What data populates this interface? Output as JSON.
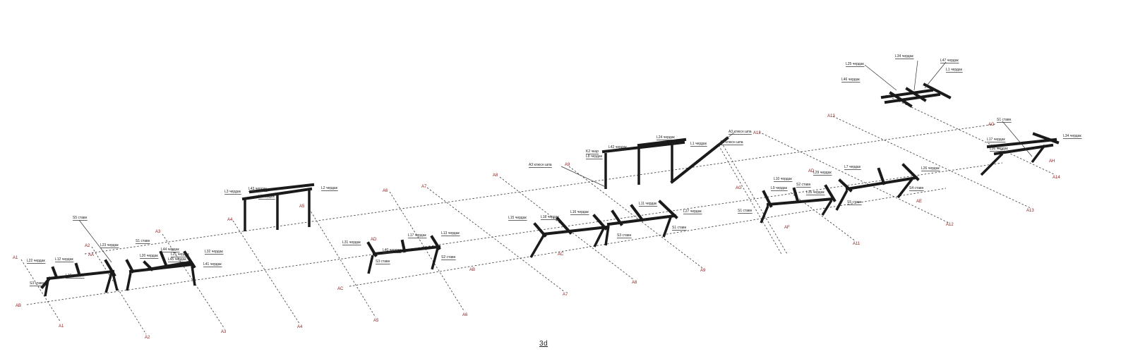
{
  "drawing": {
    "view_title": "3d",
    "axes": [
      {
        "id": "a1_top",
        "text": "A1"
      },
      {
        "id": "a1_bot",
        "text": "A1"
      },
      {
        "id": "a2_top",
        "text": "A2"
      },
      {
        "id": "a2_bot",
        "text": "A2"
      },
      {
        "id": "a3_top",
        "text": "A3"
      },
      {
        "id": "a3_bot",
        "text": "A3"
      },
      {
        "id": "a4_top",
        "text": "A4"
      },
      {
        "id": "a4_bot",
        "text": "A4"
      },
      {
        "id": "a5_top",
        "text": "A5"
      },
      {
        "id": "a5_bot",
        "text": "A5"
      },
      {
        "id": "a6_top",
        "text": "A6"
      },
      {
        "id": "a6_bot",
        "text": "A6"
      },
      {
        "id": "a7_top",
        "text": "A7"
      },
      {
        "id": "a7_bot",
        "text": "A7"
      },
      {
        "id": "a8_top",
        "text": "A8"
      },
      {
        "id": "a8_bot",
        "text": "A8"
      },
      {
        "id": "a9_top",
        "text": "A9"
      },
      {
        "id": "a9_bot",
        "text": "A9"
      },
      {
        "id": "a11",
        "text": "A11"
      },
      {
        "id": "a12_top",
        "text": "A12"
      },
      {
        "id": "a12_bot",
        "text": "A12"
      },
      {
        "id": "a13_top",
        "text": "A13"
      },
      {
        "id": "a13_bot",
        "text": "A13"
      },
      {
        "id": "a14",
        "text": "A14"
      },
      {
        "id": "aa",
        "text": "AA"
      },
      {
        "id": "ab_l",
        "text": "AB"
      },
      {
        "id": "ab_m",
        "text": "AB"
      },
      {
        "id": "ac_l",
        "text": "AC"
      },
      {
        "id": "ac_m",
        "text": "AC"
      },
      {
        "id": "ad",
        "text": "AD"
      },
      {
        "id": "ae",
        "text": "AE"
      },
      {
        "id": "af",
        "text": "AF"
      },
      {
        "id": "ag_l",
        "text": "AG"
      },
      {
        "id": "ag_r",
        "text": "AG"
      },
      {
        "id": "ah",
        "text": "AH"
      },
      {
        "id": "ad_r",
        "text": "AD"
      }
    ],
    "members": [
      {
        "id": "l22",
        "text": "L22 чердак"
      },
      {
        "id": "l12",
        "text": "L12 чердак"
      },
      {
        "id": "l19",
        "text": "L19 чердак"
      },
      {
        "id": "s3a",
        "text": "S3 ставн"
      },
      {
        "id": "s5",
        "text": "S5 ставн"
      },
      {
        "id": "l23",
        "text": "L23 чердак"
      },
      {
        "id": "s1a",
        "text": "S1 ставн"
      },
      {
        "id": "l44",
        "text": "L44 чердак"
      },
      {
        "id": "l20",
        "text": "L20 чердак"
      },
      {
        "id": "l21",
        "text": "L21 чердак"
      },
      {
        "id": "l45",
        "text": "L45 чердак"
      },
      {
        "id": "l32",
        "text": "L32 чердак"
      },
      {
        "id": "l41",
        "text": "L41 чердак"
      },
      {
        "id": "l43",
        "text": "L43 чердак"
      },
      {
        "id": "l3",
        "text": "L3 чердак"
      },
      {
        "id": "l5",
        "text": "L5 чердак"
      },
      {
        "id": "l2",
        "text": "L2 чердак"
      },
      {
        "id": "l31",
        "text": "L31 чердак"
      },
      {
        "id": "l40",
        "text": "L40 чердак"
      },
      {
        "id": "l17a",
        "text": "L17 чердак"
      },
      {
        "id": "l13",
        "text": "L13 чердак"
      },
      {
        "id": "s3b",
        "text": "S3 ставн"
      },
      {
        "id": "s2",
        "text": "S2 ставн"
      },
      {
        "id": "l15",
        "text": "L15 чердак"
      },
      {
        "id": "l16",
        "text": "L16 чердак"
      },
      {
        "id": "l18",
        "text": "L18 чердак"
      },
      {
        "id": "l11",
        "text": "L11 чердак"
      },
      {
        "id": "l27",
        "text": "L27 чердак"
      },
      {
        "id": "s1b",
        "text": "S1 ставн"
      },
      {
        "id": "s3c",
        "text": "S3 ставн"
      },
      {
        "id": "a3kl",
        "text": "A3 клюсн шпа"
      },
      {
        "id": "l42",
        "text": "L42 чердак"
      },
      {
        "id": "l24",
        "text": "L24 чердак"
      },
      {
        "id": "l1",
        "text": "L1 чердак"
      },
      {
        "id": "k2",
        "text": "K2 чкар"
      },
      {
        "id": "l8",
        "text": "L8 чердак"
      },
      {
        "id": "a3kr",
        "text": "A3 клюсн шпа"
      },
      {
        "id": "a4k",
        "text": "A4 клюсн шпа"
      },
      {
        "id": "l10",
        "text": "L10 чердак"
      },
      {
        "id": "l9",
        "text": "L9 чердак"
      },
      {
        "id": "s2b",
        "text": "S2 ставн"
      },
      {
        "id": "l29",
        "text": "L29 чердак"
      },
      {
        "id": "l35",
        "text": "L35 чердак"
      },
      {
        "id": "l7",
        "text": "L7 чердак"
      },
      {
        "id": "l26",
        "text": "L26 чердак"
      },
      {
        "id": "s4",
        "text": "S4 ставн"
      },
      {
        "id": "s5b",
        "text": "S5 ставн"
      },
      {
        "id": "s1c",
        "text": "S1 ставн"
      },
      {
        "id": "l25",
        "text": "L25 чердак"
      },
      {
        "id": "l34",
        "text": "L34 чердак"
      },
      {
        "id": "l47",
        "text": "L47 чердак"
      },
      {
        "id": "l46",
        "text": "L46 чердак"
      },
      {
        "id": "l1b",
        "text": "L1 чердак"
      },
      {
        "id": "s1d",
        "text": "S1 ставн"
      },
      {
        "id": "l17b",
        "text": "L17 чердак"
      },
      {
        "id": "l36",
        "text": "L36 чердак"
      },
      {
        "id": "l34b",
        "text": "L34 чердак"
      }
    ]
  }
}
